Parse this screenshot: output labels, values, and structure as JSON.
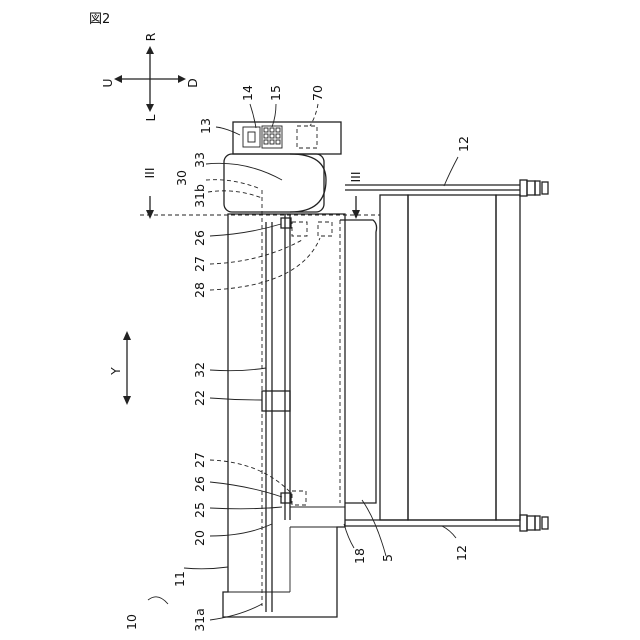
{
  "figure": {
    "title": "図2",
    "orientation": {
      "up_label": "R",
      "down_label": "L",
      "left_label": "U",
      "right_label": "D"
    },
    "y_axis_label": "Y",
    "section_marks": {
      "left": "III",
      "right": "III"
    },
    "labels": {
      "n10": "10",
      "n11": "11",
      "n12a": "12",
      "n12b": "12",
      "n13": "13",
      "n14": "14",
      "n15": "15",
      "n70": "70",
      "n30": "30",
      "n33": "33",
      "n31b": "31b",
      "n31a": "31a",
      "n26a": "26",
      "n27a": "27",
      "n28": "28",
      "n32": "32",
      "n22": "22",
      "n27b": "27",
      "n26b": "26",
      "n25": "25",
      "n20": "20",
      "n18": "18",
      "n5": "5"
    }
  }
}
